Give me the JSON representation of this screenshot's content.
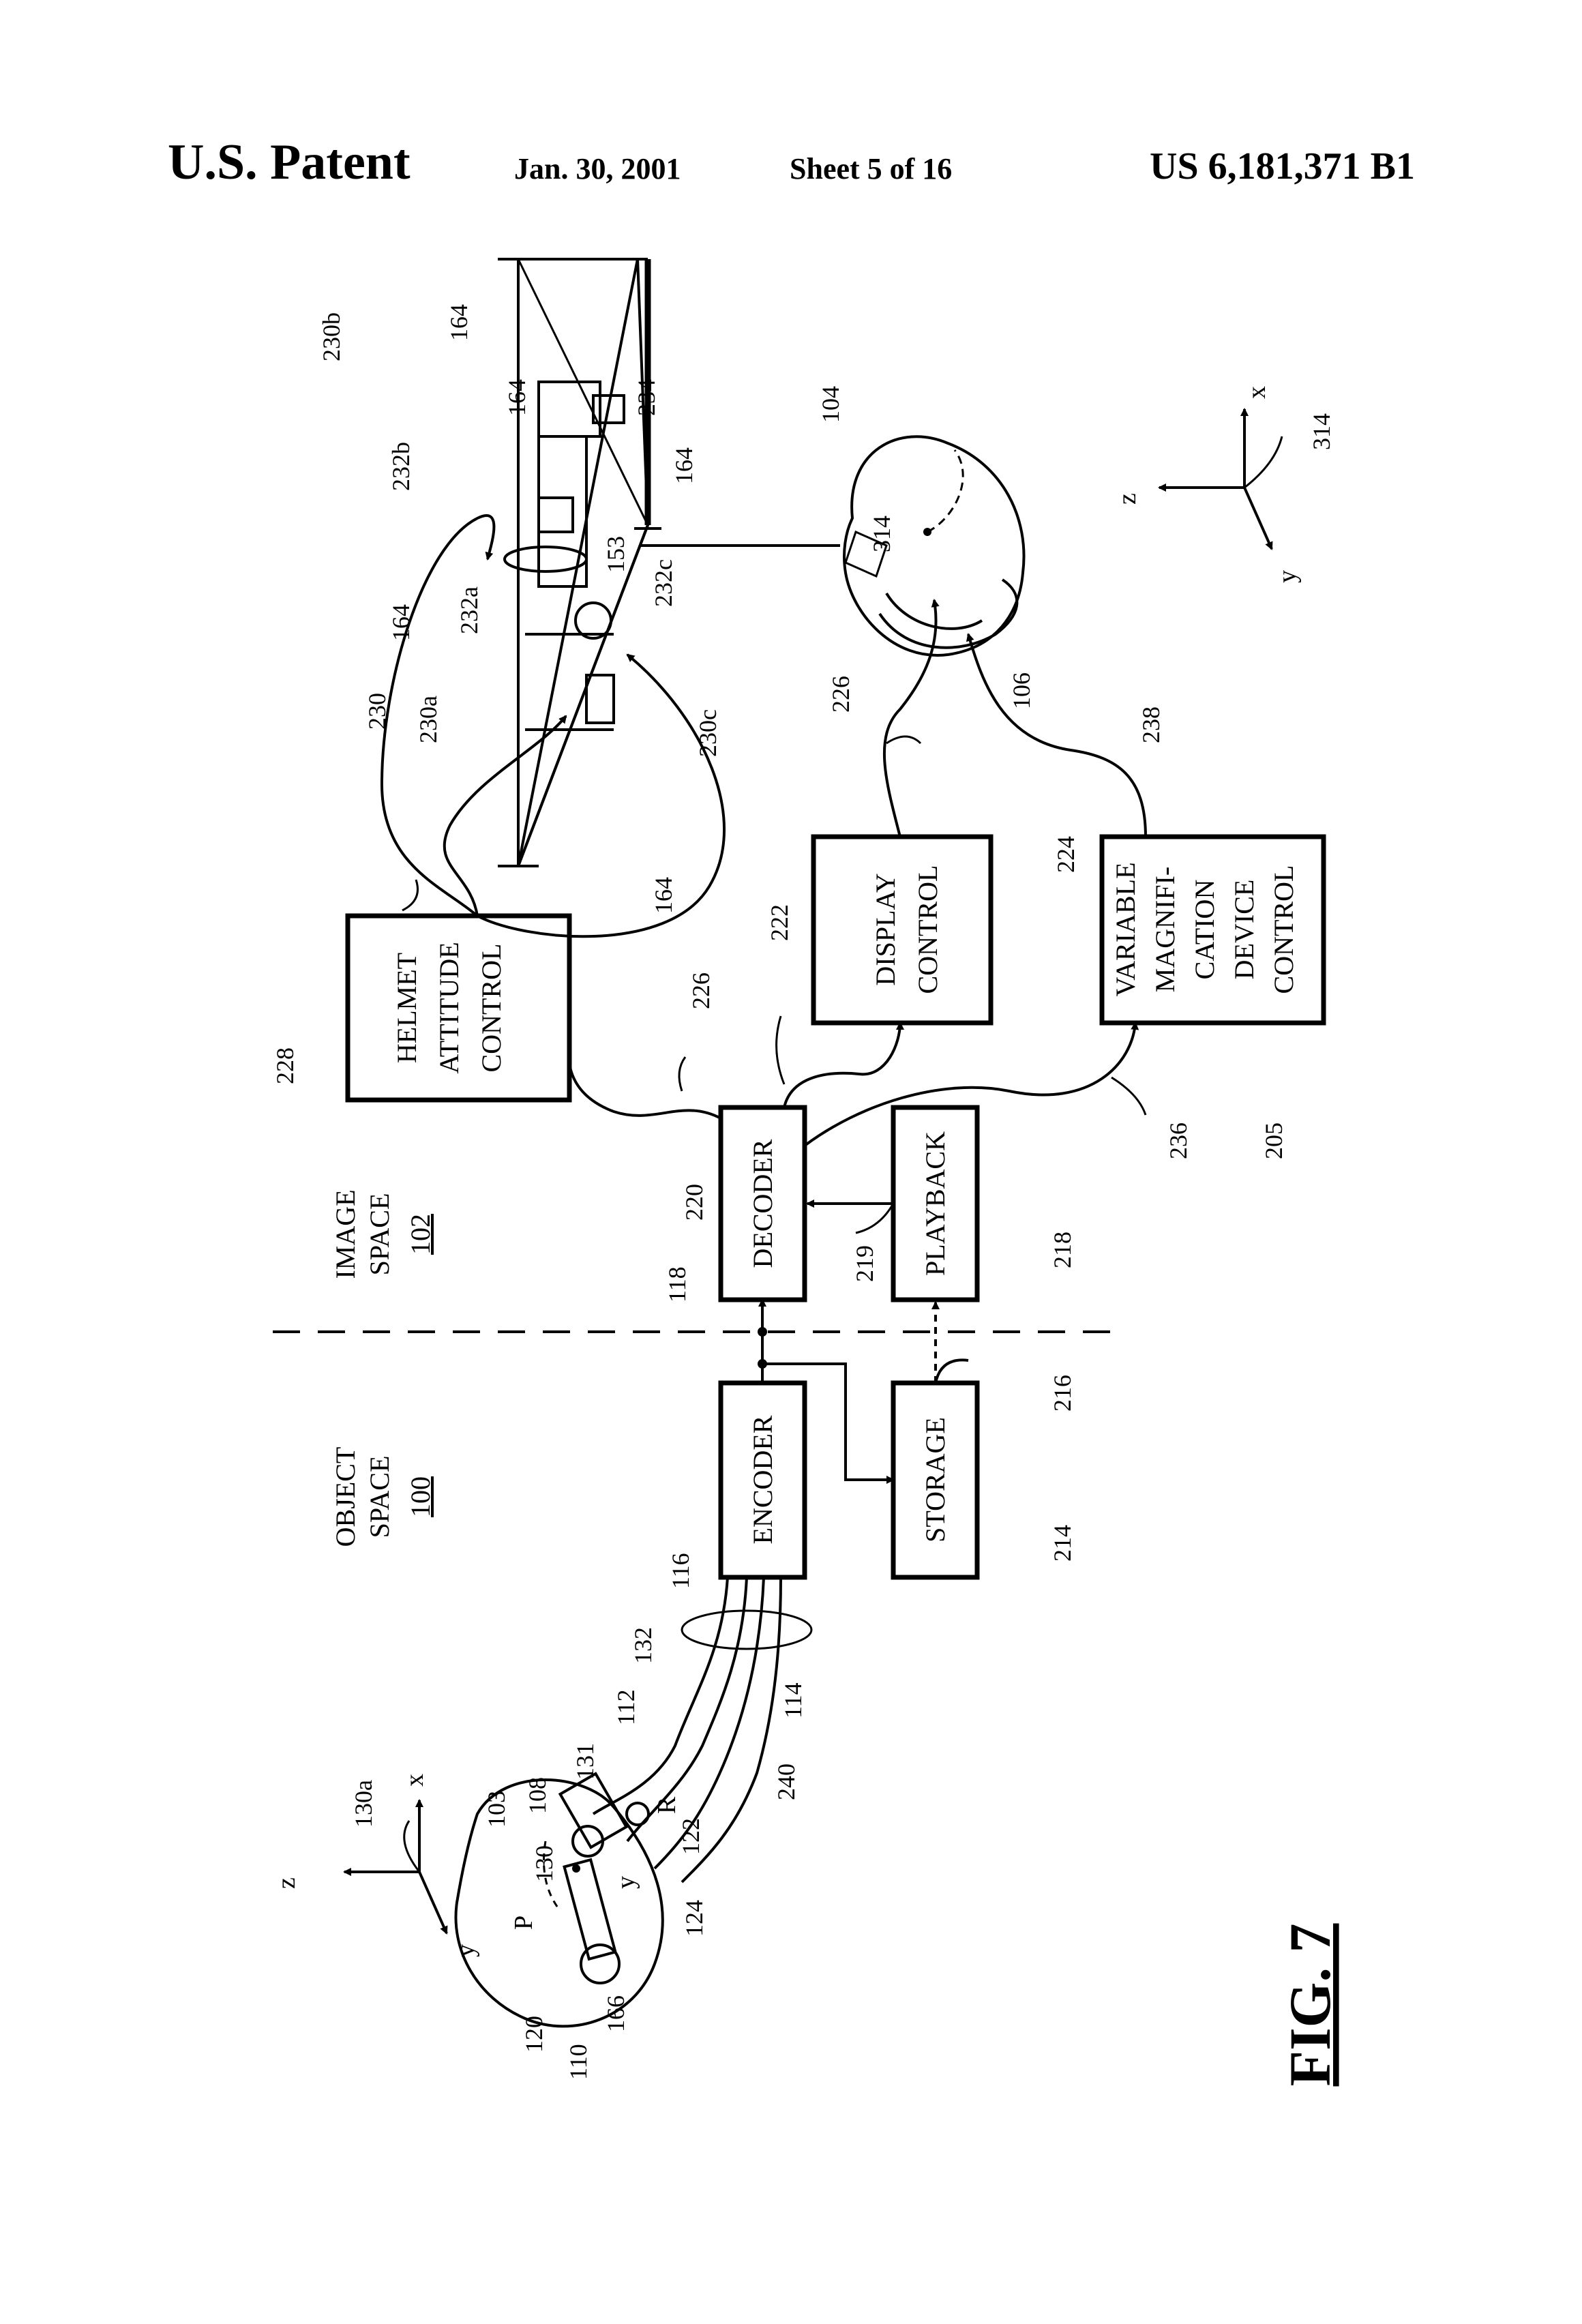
{
  "header": {
    "patent": "U.S. Patent",
    "date": "Jan. 30, 2001",
    "sheet": "Sheet 5 of 16",
    "number": "US 6,181,371 B1"
  },
  "figure_label": "FIG. 7",
  "spaces": {
    "object_line1": "OBJECT",
    "object_line2": "SPACE",
    "object_ref": "100",
    "image_line1": "IMAGE",
    "image_line2": "SPACE",
    "image_ref": "102"
  },
  "blocks": {
    "encoder": "ENCODER",
    "storage": "STORAGE",
    "decoder": "DECODER",
    "playback": "PLAYBACK",
    "helmet": [
      "HELMET",
      "ATTITUDE",
      "CONTROL"
    ],
    "display": [
      "DISPLAY",
      "CONTROL"
    ],
    "vmd": [
      "VARIABLE",
      "MAGNIFI-",
      "CATION",
      "DEVICE",
      "CONTROL"
    ]
  },
  "refs": {
    "r100": "100",
    "r102": "102",
    "r103": "103",
    "r104": "104",
    "r106": "106",
    "r108": "108",
    "r110": "110",
    "r112": "112",
    "r114": "114",
    "r116": "116",
    "r118": "118",
    "r120": "120",
    "r122": "122",
    "r124": "124",
    "r130": "130",
    "r130a": "130a",
    "r131": "131",
    "r132": "132",
    "r153": "153",
    "r164a": "164",
    "r164b": "164",
    "r164c": "164",
    "r164d": "164",
    "r164e": "164",
    "r166": "166",
    "r205": "205",
    "r214": "214",
    "r216": "216",
    "r218": "218",
    "r219": "219",
    "r220": "220",
    "r222": "222",
    "r224": "224",
    "r226a": "226",
    "r226b": "226",
    "r228": "228",
    "r230": "230",
    "r230a": "230a",
    "r230b": "230b",
    "r230c": "230c",
    "r232a": "232a",
    "r232b": "232b",
    "r232c": "232c",
    "r234": "234",
    "r236": "236",
    "r238": "238",
    "r240": "240",
    "r314a": "314",
    "r314b": "314"
  },
  "axes_left": {
    "x": "x",
    "y": "y",
    "z": "z"
  },
  "axes_right": {
    "x": "x",
    "y": "y",
    "z": "z"
  },
  "motion_labels": {
    "pitch": "P",
    "roll": "R",
    "yaw": "y"
  }
}
